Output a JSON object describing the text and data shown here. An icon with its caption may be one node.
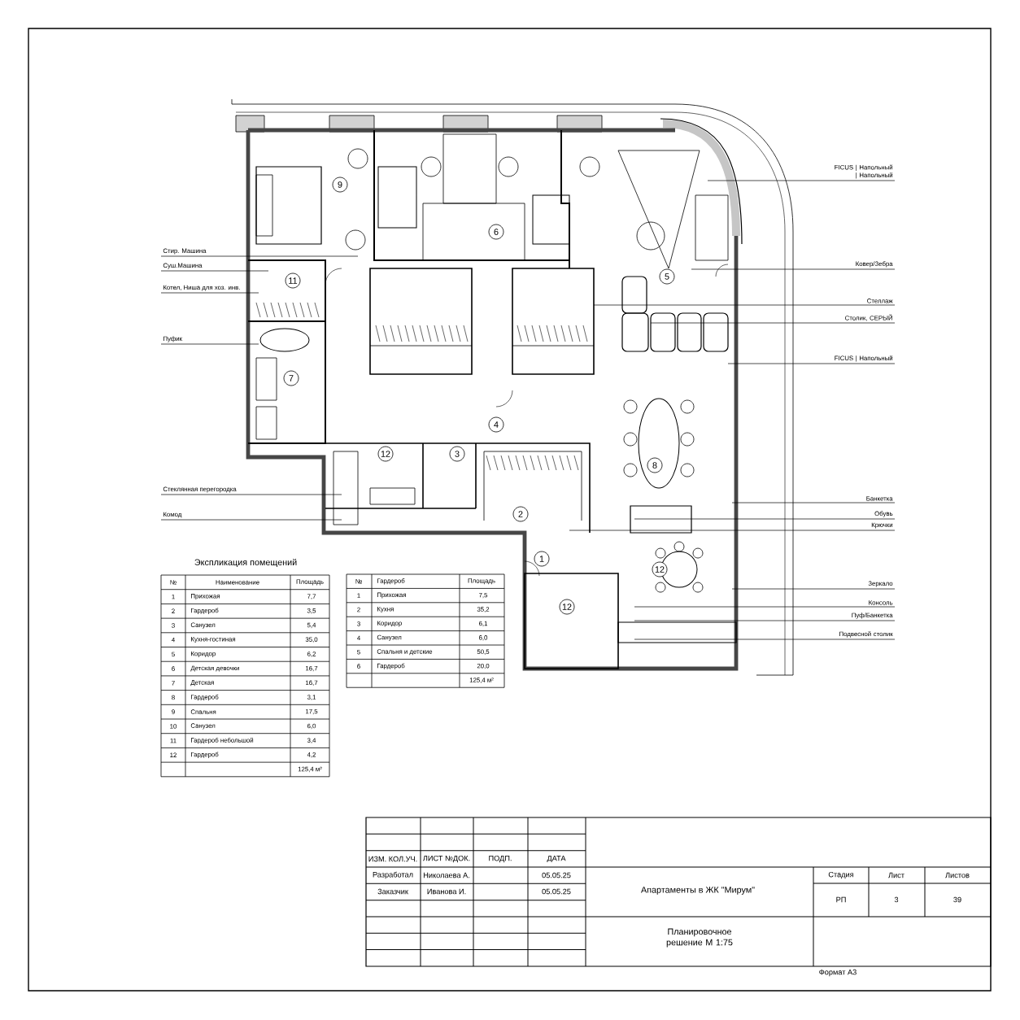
{
  "diagram": {
    "nodes": [
      {
        "text": [
          "Стир. Машина"
        ]
      },
      {
        "text": [
          "Суш.Машина"
        ]
      },
      {
        "text": [
          "Котел, Ниша для хоз. инв."
        ]
      },
      {
        "text": [
          "Пуфик"
        ]
      },
      {
        "text": [
          "Стеклянная перегородка"
        ]
      },
      {
        "text": [
          "Комод"
        ]
      },
      {
        "text": [
          "9"
        ]
      },
      {
        "text": [
          "6"
        ]
      },
      {
        "text": [
          "5"
        ]
      },
      {
        "text": [
          "11"
        ]
      },
      {
        "text": [
          "7"
        ]
      },
      {
        "text": [
          "4"
        ]
      },
      {
        "text": [
          "12"
        ]
      },
      {
        "text": [
          "3"
        ]
      },
      {
        "text": [
          "8"
        ]
      },
      {
        "text": [
          "2"
        ]
      },
      {
        "text": [
          "1"
        ]
      },
      {
        "text": [
          "12"
        ]
      },
      {
        "text": [
          "12"
        ]
      },
      {
        "text": [
          "FICUS | Напольный | Напольный"
        ]
      },
      {
        "text": [
          "Ковер/Зебра"
        ]
      },
      {
        "text": [
          "Стеллаж"
        ]
      },
      {
        "text": [
          "Столик, СЕРЫЙ"
        ]
      },
      {
        "text": [
          "FICUS | Напольный"
        ]
      },
      {
        "text": [
          "Банкетка"
        ]
      },
      {
        "text": [
          "Обувь"
        ]
      },
      {
        "text": [
          "Крючки"
        ]
      },
      {
        "text": [
          "Зеркало"
        ]
      },
      {
        "text": [
          "Консоль"
        ]
      },
      {
        "text": [
          "Пуф/Банкетка"
        ]
      },
      {
        "text": [
          "Подвесной столик"
        ]
      }
    ],
    "edges": [
      {
        "from": 0,
        "to": null,
        "arrow": "none"
      },
      {
        "from": 1,
        "to": null,
        "arrow": "none"
      },
      {
        "from": 2,
        "to": null,
        "arrow": "none"
      },
      {
        "from": 3,
        "to": null,
        "arrow": "none"
      },
      {
        "from": 4,
        "to": null,
        "arrow": "none"
      },
      {
        "from": 5,
        "to": null,
        "arrow": "none"
      },
      {
        "from": 19,
        "to": null,
        "arrow": "none"
      },
      {
        "from": 20,
        "to": null,
        "arrow": "none"
      },
      {
        "from": 21,
        "to": null,
        "arrow": "none"
      },
      {
        "from": 22,
        "to": null,
        "arrow": "none"
      },
      {
        "from": 23,
        "to": null,
        "arrow": "none"
      },
      {
        "from": 24,
        "to": null,
        "arrow": "none"
      },
      {
        "from": 25,
        "to": null,
        "arrow": "none"
      },
      {
        "from": 26,
        "to": null,
        "arrow": "none"
      },
      {
        "from": 27,
        "to": null,
        "arrow": "none"
      },
      {
        "from": 28,
        "to": null,
        "arrow": "none"
      },
      {
        "from": 29,
        "to": null,
        "arrow": "none"
      },
      {
        "from": 30,
        "to": null,
        "arrow": "none"
      }
    ],
    "labels": [
      "Экспликация помещений",
      "№",
      "Наименование",
      "Площадь",
      "1",
      "Прихожая",
      "7,7",
      "2",
      "Гардероб",
      "3,5",
      "3",
      "Санузел",
      "5,4",
      "4",
      "Кухня-гостиная",
      "35,0",
      "5",
      "Коридор",
      "6,2",
      "6",
      "Детская девочки",
      "16,7",
      "7",
      "Детская",
      "16,7",
      "8",
      "Гардероб",
      "3,1",
      "9",
      "Спальня",
      "17,5",
      "10",
      "Санузел",
      "6,0",
      "11",
      "Гардероб небольшой",
      "3,4",
      "12",
      "Гардероб",
      "4,2",
      "125,4 м²",
      "№",
      "Гардероб",
      "Площадь",
      "1",
      "Прихожая",
      "7,5",
      "2",
      "Кухня",
      "35,2",
      "3",
      "Коридор",
      "6,1",
      "4",
      "Санузел",
      "6,0",
      "5",
      "Спальня и детские",
      "50,5",
      "6",
      "Гардероб",
      "20,0",
      "125,4 м²",
      "ИЗМ. КОЛ.УЧ.",
      "ЛИСТ №ДОК.",
      "ПОДП.",
      "ДАТА",
      "Разработал",
      "Николаева А.",
      "05.05.25",
      "Заказчик",
      "Иванова И.",
      "05.05.25",
      "Апартаменты в ЖК \"Мирум\"",
      "Стадия",
      "Лист",
      "Листов",
      "РП",
      "3",
      "39",
      "Планировочное решение М 1:75",
      "Формат А3"
    ]
  }
}
